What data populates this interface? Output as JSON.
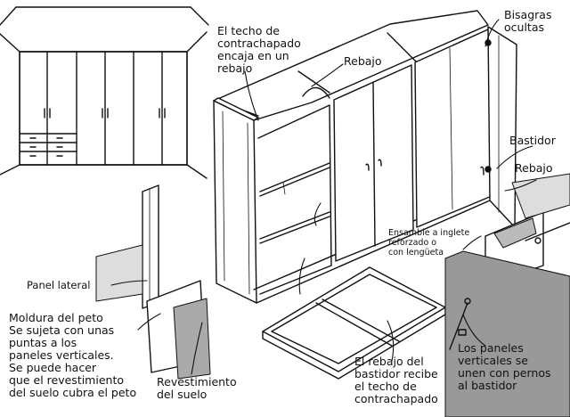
{
  "labels": {
    "techo": "El techo de\ncontrachapado\nencaja en un\nrebajo",
    "bisagras": "Bisagras\nocultas",
    "rebajo_top": "Rebajo",
    "bastidor": "Bastidor",
    "rebajo_right": "Rebajo",
    "ensamble": "Ensamble a inglete\nreforzado o\ncon lengüeta",
    "panel_lateral": "Panel lateral",
    "moldura": "Moldura del peto\nSe sujeta con unas\npuntas a los\npaneles verticales.\nSe puede hacer\nque el revestimiento\ndel suelo cubra el peto",
    "revestimiento": "Revestimiento\ndel suelo",
    "rebajo_bastidor": "El rebajo del\nbastidor recibe\nel techo de\ncontrachapado",
    "pernos": "Los paneles\nverticales se\nunen con pernos\nal bastidor"
  }
}
